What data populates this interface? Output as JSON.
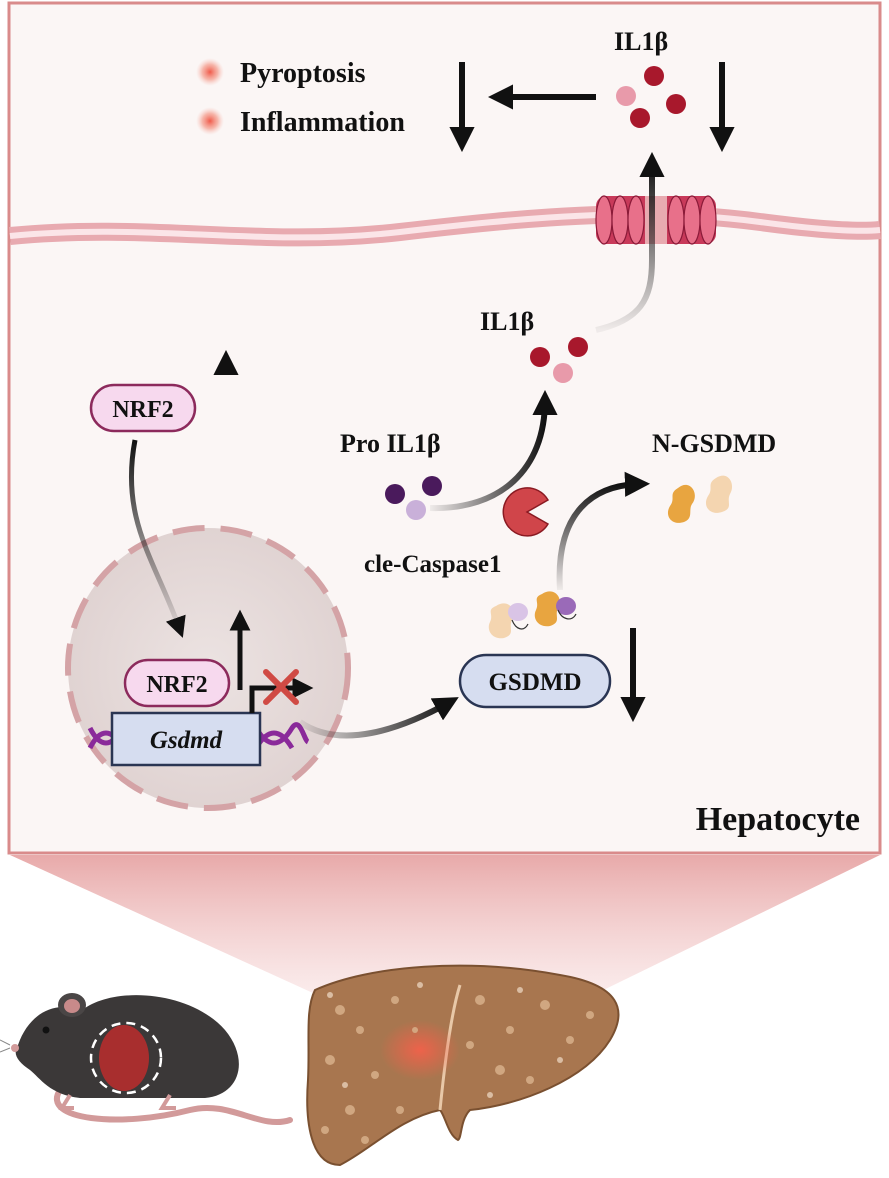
{
  "labels": {
    "pyroptosis": "Pyroptosis",
    "inflammation": "Inflammation",
    "il1b_top": "IL1β",
    "il1b_mid": "IL1β",
    "pro_il1b": "Pro IL1β",
    "cle_caspase1": "cle-Caspase1",
    "n_gsdmd": "N-GSDMD",
    "nrf2_cyto": "NRF2",
    "nrf2_nuc": "NRF2",
    "gsdmd_gene": "Gsdmd",
    "gsdmd_protein": "GSDMD",
    "cell_type": "Hepatocyte"
  },
  "colors": {
    "cell_border": "#d98b8b",
    "cell_fill": "#fbf6f5",
    "membrane": "#e8aab0",
    "channel": "#c83a5a",
    "il1b_dark": "#a8182c",
    "il1b_light": "#e89aaa",
    "pro_dark": "#4a1a5c",
    "pro_light": "#c9b0d9",
    "caspase": "#d0454a",
    "nrf2_fill": "#f7d9ee",
    "nrf2_stroke": "#8c2a5c",
    "gsdmd_fill": "#d6ddf0",
    "gsdmd_stroke": "#2a3553",
    "dna_purple": "#8a2a9a",
    "gsdmd_orange": "#e8a540",
    "gsdmd_beige": "#f4d5b0",
    "inhibit_x": "#d04a44"
  },
  "icons": [
    "mouse-illustration",
    "liver-illustration",
    "nucleus",
    "channel-pore",
    "caspase-pacman",
    "dna-helix"
  ]
}
